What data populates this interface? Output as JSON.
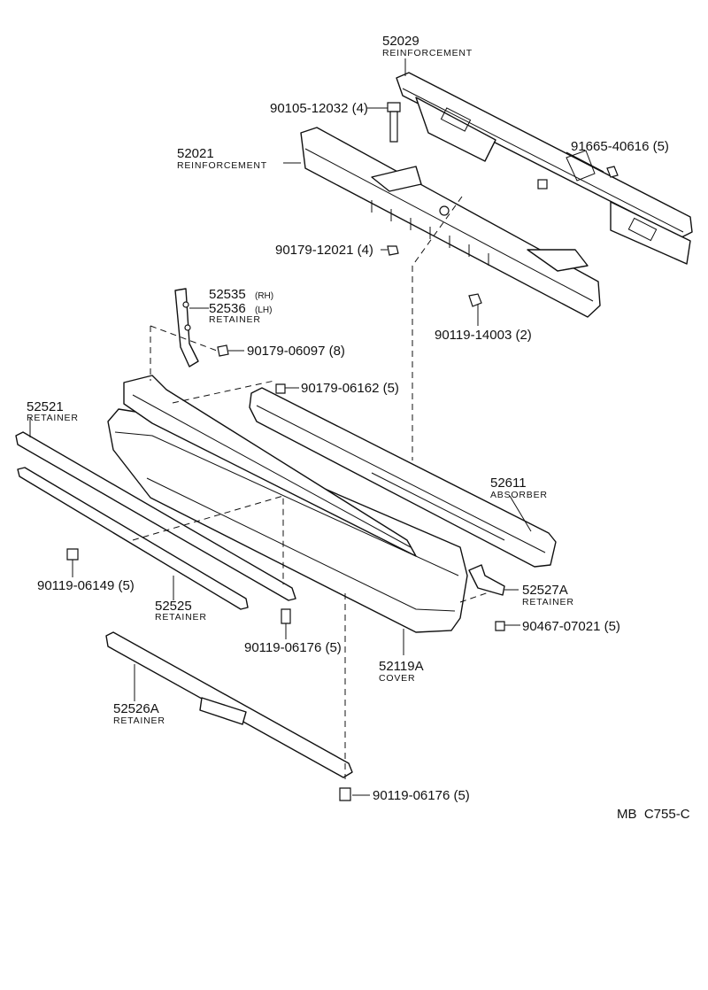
{
  "parts": {
    "p52029": {
      "number": "52029",
      "name": "REINFORCEMENT"
    },
    "p52021": {
      "number": "52021",
      "name": "REINFORCEMENT"
    },
    "p52535": {
      "number": "52535",
      "side": "(RH)"
    },
    "p52536": {
      "number": "52536",
      "side": "(LH)",
      "name": "RETAINER"
    },
    "p52521": {
      "number": "52521",
      "name": "RETAINER"
    },
    "p52611": {
      "number": "52611",
      "name": "ABSORBER"
    },
    "p52527A": {
      "number": "52527A",
      "name": "RETAINER"
    },
    "p52525": {
      "number": "52525",
      "name": "RETAINER"
    },
    "p52119A": {
      "number": "52119A",
      "name": "COVER"
    },
    "p52526A": {
      "number": "52526A",
      "name": "RETAINER"
    }
  },
  "hardware": {
    "h90105_12032": "90105-12032 (4)",
    "h91665_40616": "91665-40616 (5)",
    "h90179_12021": "90179-12021 (4)",
    "h90119_14003": "90119-14003 (2)",
    "h90179_06097": "90179-06097 (8)",
    "h90179_06162": "90179-06162 (5)",
    "h90119_06149": "90119-06149 (5)",
    "h90119_06176a": "90119-06176 (5)",
    "h90467_07021": "90467-07021 (5)",
    "h90119_06176b": "90119-06176 (5)"
  },
  "diagram_code": "MB  C755-C"
}
